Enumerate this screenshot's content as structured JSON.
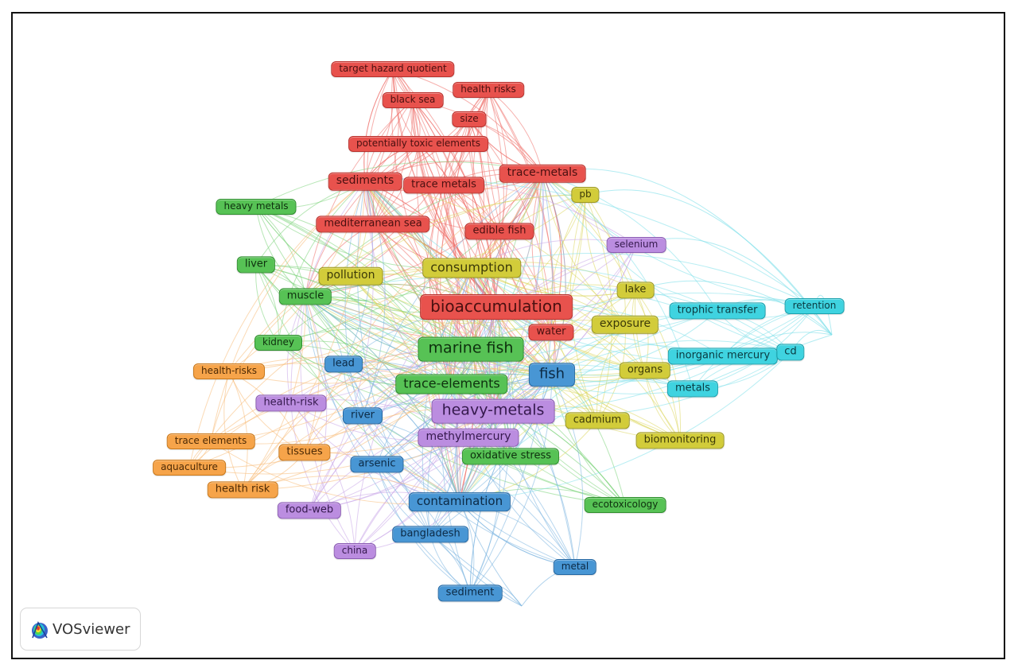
{
  "app": {
    "name": "VOSviewer",
    "logo_icon": "vosviewer-logo-icon"
  },
  "colors": {
    "red": {
      "fill": "#e8524d",
      "border": "#b9312d",
      "text": "#4a1010",
      "line": "#ef6f6a"
    },
    "green": {
      "fill": "#57c255",
      "border": "#2f8f2e",
      "text": "#0e300e",
      "line": "#7ed47c"
    },
    "yellow": {
      "fill": "#d2cc3a",
      "border": "#9d9920",
      "text": "#3c3a08",
      "line": "#dcd760"
    },
    "blue": {
      "fill": "#4896d4",
      "border": "#2568a3",
      "text": "#0c2a45",
      "line": "#7cb4e0"
    },
    "purple": {
      "fill": "#bb8de0",
      "border": "#8b5cb3",
      "text": "#35194d",
      "line": "#c9a5e8"
    },
    "orange": {
      "fill": "#f6a44a",
      "border": "#c97718",
      "text": "#4d2a05",
      "line": "#f7bb78"
    },
    "cyan": {
      "fill": "#3fd3e0",
      "border": "#1ba1ad",
      "text": "#0a3a40",
      "line": "#7fe0e9"
    }
  },
  "nodes": [
    {
      "id": "target-hazard-quotient",
      "label": "target hazard quotient",
      "cluster": "red",
      "weight": 1
    },
    {
      "id": "health-risks",
      "label": "health risks",
      "cluster": "red",
      "weight": 1
    },
    {
      "id": "black-sea",
      "label": "black sea",
      "cluster": "red",
      "weight": 1
    },
    {
      "id": "size",
      "label": "size",
      "cluster": "red",
      "weight": 1
    },
    {
      "id": "potentially-toxic-elements",
      "label": "potentially toxic elements",
      "cluster": "red",
      "weight": 1
    },
    {
      "id": "trace-metals-hyphen",
      "label": "trace-metals",
      "cluster": "red",
      "weight": 1.6
    },
    {
      "id": "sediments",
      "label": "sediments",
      "cluster": "red",
      "weight": 1.6
    },
    {
      "id": "trace-metals",
      "label": "trace metals",
      "cluster": "red",
      "weight": 1.2
    },
    {
      "id": "mediterranean-sea",
      "label": "mediterranean sea",
      "cluster": "red",
      "weight": 1.3
    },
    {
      "id": "edible-fish",
      "label": "edible fish",
      "cluster": "red",
      "weight": 1.2
    },
    {
      "id": "bioaccumulation",
      "label": "bioaccumulation",
      "cluster": "red",
      "weight": 3.2
    },
    {
      "id": "water",
      "label": "water",
      "cluster": "red",
      "weight": 1.3
    },
    {
      "id": "heavy-metals",
      "label": "heavy metals",
      "cluster": "green",
      "weight": 1
    },
    {
      "id": "liver",
      "label": "liver",
      "cluster": "green",
      "weight": 1.2
    },
    {
      "id": "muscle",
      "label": "muscle",
      "cluster": "green",
      "weight": 1.4
    },
    {
      "id": "kidney",
      "label": "kidney",
      "cluster": "green",
      "weight": 1.1
    },
    {
      "id": "marine-fish",
      "label": "marine fish",
      "cluster": "green",
      "weight": 3
    },
    {
      "id": "trace-elements-hyphen",
      "label": "trace-elements",
      "cluster": "green",
      "weight": 2
    },
    {
      "id": "oxidative-stress",
      "label": "oxidative stress",
      "cluster": "green",
      "weight": 1.4
    },
    {
      "id": "ecotoxicology",
      "label": "ecotoxicology",
      "cluster": "green",
      "weight": 1.1
    },
    {
      "id": "pb",
      "label": "pb",
      "cluster": "yellow",
      "weight": 1
    },
    {
      "id": "consumption",
      "label": "consumption",
      "cluster": "yellow",
      "weight": 2
    },
    {
      "id": "pollution",
      "label": "pollution",
      "cluster": "yellow",
      "weight": 1.6
    },
    {
      "id": "lake",
      "label": "lake",
      "cluster": "yellow",
      "weight": 1.3
    },
    {
      "id": "exposure",
      "label": "exposure",
      "cluster": "yellow",
      "weight": 1.6
    },
    {
      "id": "organs",
      "label": "organs",
      "cluster": "yellow",
      "weight": 1.2
    },
    {
      "id": "cadmium",
      "label": "cadmium",
      "cluster": "yellow",
      "weight": 1.3
    },
    {
      "id": "biomonitoring",
      "label": "biomonitoring",
      "cluster": "yellow",
      "weight": 1.2
    },
    {
      "id": "lead",
      "label": "lead",
      "cluster": "blue",
      "weight": 1.2
    },
    {
      "id": "fish",
      "label": "fish",
      "cluster": "blue",
      "weight": 2.6
    },
    {
      "id": "river",
      "label": "river",
      "cluster": "blue",
      "weight": 1.3
    },
    {
      "id": "arsenic",
      "label": "arsenic",
      "cluster": "blue",
      "weight": 1.3
    },
    {
      "id": "contamination",
      "label": "contamination",
      "cluster": "blue",
      "weight": 1.8
    },
    {
      "id": "bangladesh",
      "label": "bangladesh",
      "cluster": "blue",
      "weight": 1.2
    },
    {
      "id": "metal",
      "label": "metal",
      "cluster": "blue",
      "weight": 1.1
    },
    {
      "id": "sediment",
      "label": "sediment",
      "cluster": "blue",
      "weight": 1.3
    },
    {
      "id": "selenium",
      "label": "selenium",
      "cluster": "purple",
      "weight": 1.1
    },
    {
      "id": "health-risk-hyphen",
      "label": "health-risk",
      "cluster": "purple",
      "weight": 1.4
    },
    {
      "id": "heavy-metals-hyphen",
      "label": "heavy-metals",
      "cluster": "purple",
      "weight": 3
    },
    {
      "id": "methylmercury",
      "label": "methylmercury",
      "cluster": "purple",
      "weight": 1.5
    },
    {
      "id": "food-web",
      "label": "food-web",
      "cluster": "purple",
      "weight": 1.3
    },
    {
      "id": "china",
      "label": "china",
      "cluster": "purple",
      "weight": 1.1
    },
    {
      "id": "health-risks-hyphen",
      "label": "health-risks",
      "cluster": "orange",
      "weight": 1.1
    },
    {
      "id": "trace-elements",
      "label": "trace elements",
      "cluster": "orange",
      "weight": 1.1
    },
    {
      "id": "tissues",
      "label": "tissues",
      "cluster": "orange",
      "weight": 1.3
    },
    {
      "id": "aquaculture",
      "label": "aquaculture",
      "cluster": "orange",
      "weight": 1.1
    },
    {
      "id": "health-risk",
      "label": "health risk",
      "cluster": "orange",
      "weight": 1.2
    },
    {
      "id": "trophic-transfer",
      "label": "trophic transfer",
      "cluster": "cyan",
      "weight": 1.2
    },
    {
      "id": "retention",
      "label": "retention",
      "cluster": "cyan",
      "weight": 1.1
    },
    {
      "id": "inorganic-mercury",
      "label": "inorganic mercury",
      "cluster": "cyan",
      "weight": 1.3
    },
    {
      "id": "cd",
      "label": "cd",
      "cluster": "cyan",
      "weight": 1.2
    },
    {
      "id": "metals",
      "label": "metals",
      "cluster": "cyan",
      "weight": 1.3
    }
  ]
}
